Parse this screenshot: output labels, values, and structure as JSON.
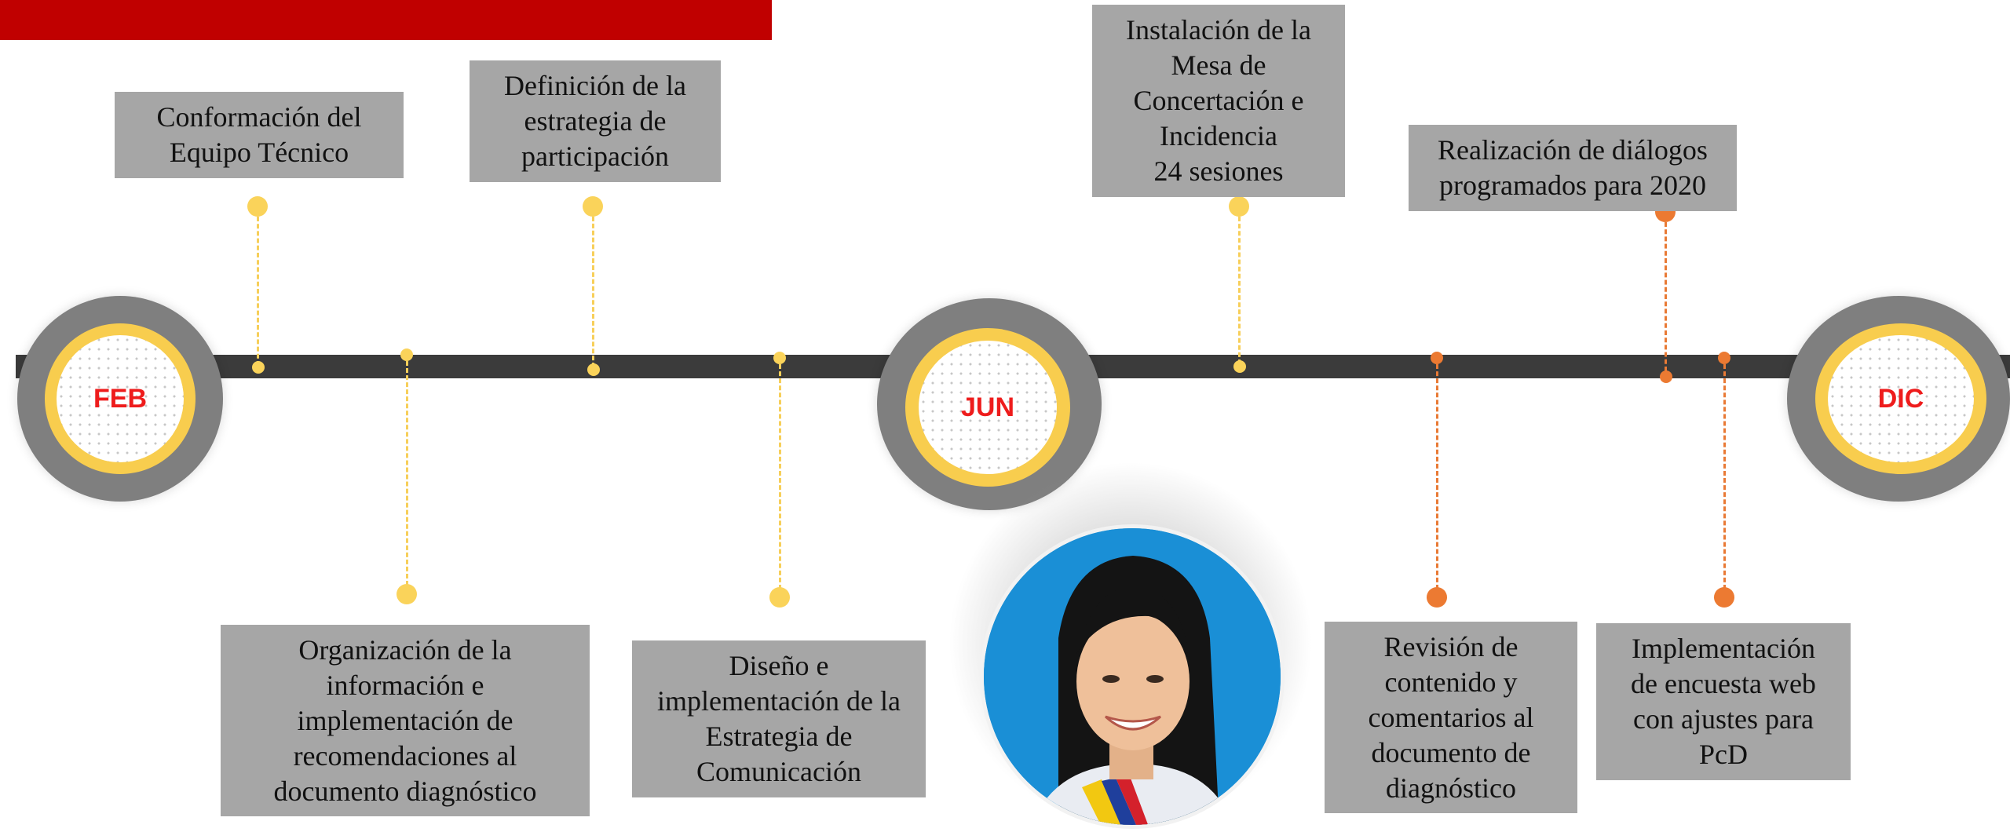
{
  "months": [
    {
      "id": "feb",
      "label": "FEB"
    },
    {
      "id": "jun",
      "label": "JUN"
    },
    {
      "id": "dic",
      "label": "DIC"
    }
  ],
  "milestones": [
    {
      "id": "equipo",
      "text": "Conformación del\nEquipo Técnico",
      "color": "#fad35a"
    },
    {
      "id": "estrategia",
      "text": "Definición de la\nestrategia de\nparticipación",
      "color": "#fad35a"
    },
    {
      "id": "mesa",
      "text": "Instalación de la\nMesa de\nConcertación e\nIncidencia\n24 sesiones",
      "color": "#fad35a"
    },
    {
      "id": "dialogos",
      "text": "Realización de diálogos\nprogramados para 2020",
      "color": "#ec7a32"
    },
    {
      "id": "organizacion",
      "text": "Organización de la\ninformación e\nimplementación de\nrecomendaciones al\ndocumento diagnóstico",
      "color": "#fad35a"
    },
    {
      "id": "diseno",
      "text": "Diseño e\nimplementación de la\nEstrategia de\nComunicación",
      "color": "#fad35a"
    },
    {
      "id": "revision",
      "text": "Revisión de\ncontenido y\ncomentarios al\ndocumento de\ndiagnóstico",
      "color": "#ec7a32"
    },
    {
      "id": "encuesta",
      "text": "Implementación\nde encuesta web\ncon ajustes para\nPcD",
      "color": "#ec7a32"
    }
  ],
  "colors": {
    "header_bar": "#c00000",
    "timeline": "#3b3b3b",
    "box": "#a6a6a6",
    "month_text": "#ee1c1c",
    "yellow": "#fad35a",
    "orange": "#ec7a32"
  },
  "photo": {
    "icon": "person-portrait-icon"
  }
}
